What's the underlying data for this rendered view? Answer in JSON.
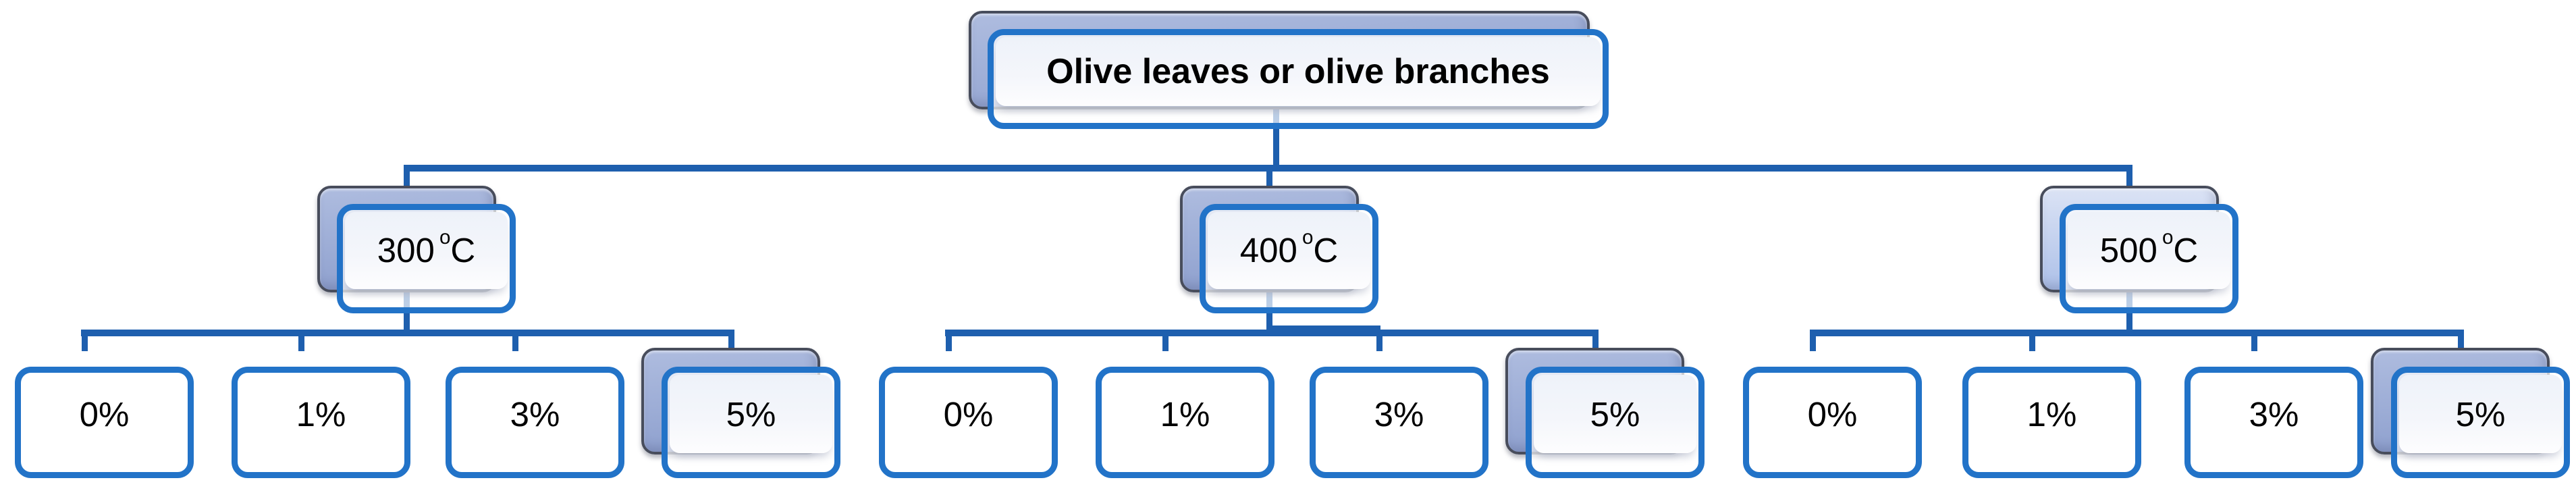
{
  "diagram": {
    "root": {
      "label": "Olive leaves or olive branches"
    },
    "branches": [
      {
        "temperature": "300",
        "degree_symbol": "o",
        "unit": "C",
        "children": [
          {
            "label": "0%"
          },
          {
            "label": "1%"
          },
          {
            "label": "3%"
          },
          {
            "label": "5%"
          }
        ]
      },
      {
        "temperature": "400",
        "degree_symbol": "o",
        "unit": "C",
        "children": [
          {
            "label": "0%"
          },
          {
            "label": "1%"
          },
          {
            "label": "3%"
          },
          {
            "label": "5%"
          }
        ]
      },
      {
        "temperature": "500",
        "degree_symbol": "o",
        "unit": "C",
        "children": [
          {
            "label": "0%"
          },
          {
            "label": "1%"
          },
          {
            "label": "3%"
          },
          {
            "label": "5%"
          }
        ]
      }
    ],
    "colors": {
      "connector": "#1e5fae",
      "node-border": "#2273c8",
      "back-border": "#484d5c",
      "back-top": "#aebcdf",
      "back-mid": "#9dadd6",
      "back-bottom": "#8b9dcc",
      "back-light-top": "#dbe3f5",
      "back-light-bottom": "#adc0e8",
      "front-top": "#eef2f9",
      "front-bottom": "#fdfdfe",
      "text": "#000000"
    }
  }
}
